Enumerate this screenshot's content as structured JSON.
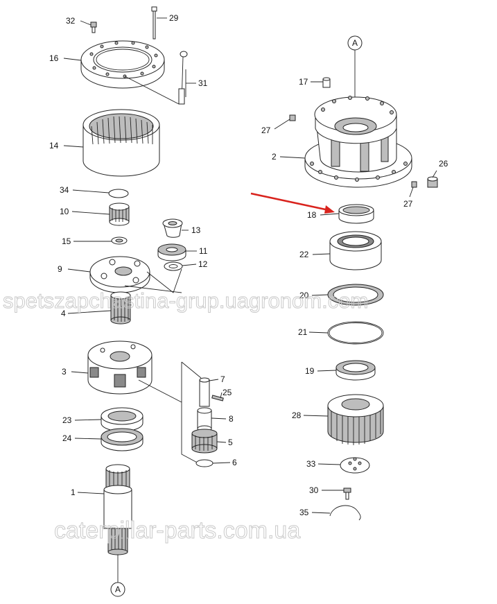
{
  "callouts": [
    {
      "id": "c1",
      "text": "1"
    },
    {
      "id": "c2",
      "text": "2"
    },
    {
      "id": "c3",
      "text": "3"
    },
    {
      "id": "c4",
      "text": "4"
    },
    {
      "id": "c5",
      "text": "5"
    },
    {
      "id": "c6",
      "text": "6"
    },
    {
      "id": "c7",
      "text": "7"
    },
    {
      "id": "c8",
      "text": "8"
    },
    {
      "id": "c9",
      "text": "9"
    },
    {
      "id": "c10",
      "text": "10"
    },
    {
      "id": "c11",
      "text": "11"
    },
    {
      "id": "c12",
      "text": "12"
    },
    {
      "id": "c13",
      "text": "13"
    },
    {
      "id": "c14",
      "text": "14"
    },
    {
      "id": "c15",
      "text": "15"
    },
    {
      "id": "c16",
      "text": "16"
    },
    {
      "id": "c17",
      "text": "17"
    },
    {
      "id": "c18",
      "text": "18"
    },
    {
      "id": "c19",
      "text": "19"
    },
    {
      "id": "c20",
      "text": "20"
    },
    {
      "id": "c21",
      "text": "21"
    },
    {
      "id": "c22",
      "text": "22"
    },
    {
      "id": "c23",
      "text": "23"
    },
    {
      "id": "c24",
      "text": "24"
    },
    {
      "id": "c25",
      "text": "25"
    },
    {
      "id": "c26",
      "text": "26"
    },
    {
      "id": "c27a",
      "text": "27"
    },
    {
      "id": "c27b",
      "text": "27"
    },
    {
      "id": "c28",
      "text": "28"
    },
    {
      "id": "c29",
      "text": "29"
    },
    {
      "id": "c30",
      "text": "30"
    },
    {
      "id": "c31",
      "text": "31"
    },
    {
      "id": "c32",
      "text": "32"
    },
    {
      "id": "c33",
      "text": "33"
    },
    {
      "id": "c34",
      "text": "34"
    },
    {
      "id": "c35",
      "text": "35"
    }
  ],
  "refs": {
    "top": "A",
    "bottom": "A"
  },
  "watermarks": {
    "top": "spetszapchastina-grup.uagronom.com",
    "bottom": "caterpillar-parts.com.ua"
  },
  "arrow": {
    "color": "#d9231d",
    "target": "18"
  }
}
